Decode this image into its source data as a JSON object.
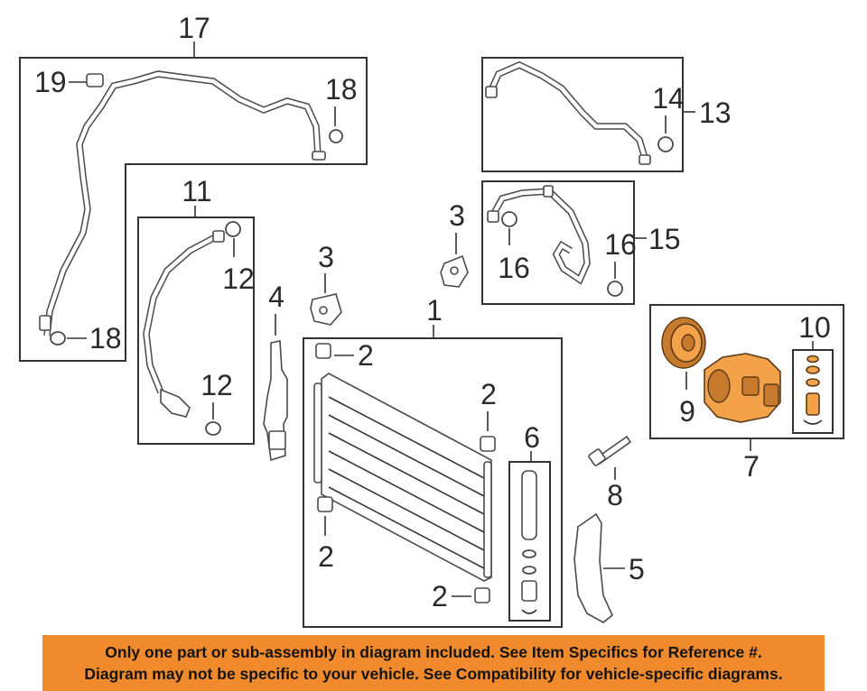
{
  "callouts": {
    "c1": "1",
    "c2a": "2",
    "c2b": "2",
    "c2c": "2",
    "c2d": "2",
    "c3a": "3",
    "c3b": "3",
    "c4": "4",
    "c5": "5",
    "c6": "6",
    "c7": "7",
    "c8": "8",
    "c9": "9",
    "c10": "10",
    "c11": "11",
    "c12a": "12",
    "c12b": "12",
    "c13": "13",
    "c14": "14",
    "c15": "15",
    "c16a": "16",
    "c16b": "16",
    "c17": "17",
    "c18a": "18",
    "c18b": "18",
    "c19": "19"
  },
  "banner": {
    "line1": "Only one part or sub-assembly in diagram included. See Item Specifics for Reference #.",
    "line2": "Diagram may not be specific to your vehicle. See Compatibility for vehicle-specific diagrams."
  },
  "colors": {
    "banner_bg": "#f08a2c",
    "compressor": "#f4a24a",
    "line": "#333333"
  }
}
